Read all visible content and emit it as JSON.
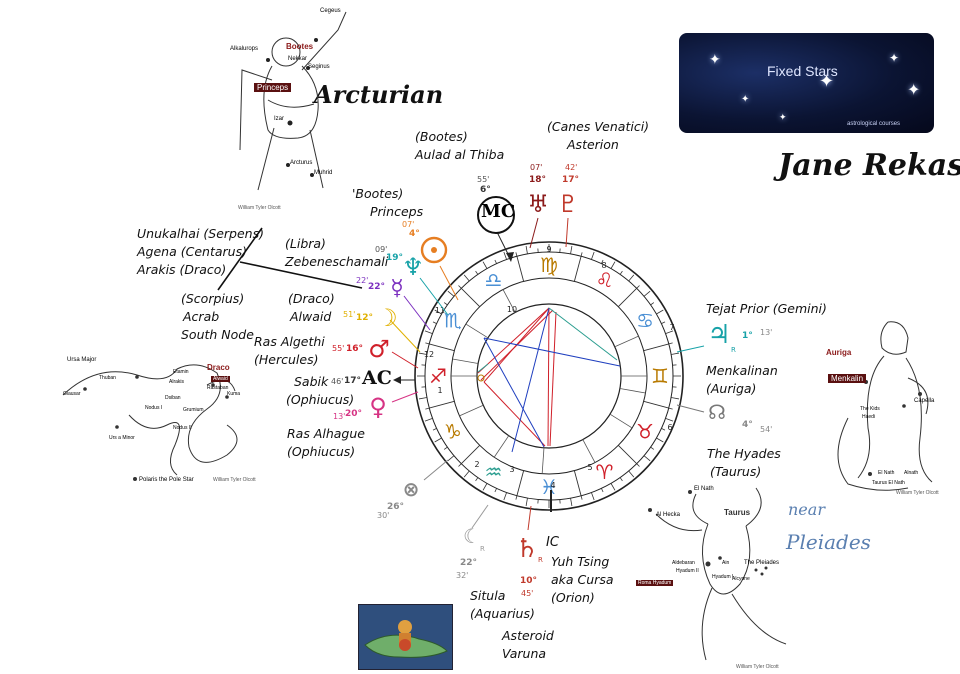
{
  "title": "Jane Rekas",
  "arcturian": "Arcturian",
  "banner": {
    "title": "Fixed Stars",
    "subtitle": "astrological courses"
  },
  "near_pleiades": [
    "near",
    "Pleiades"
  ],
  "annotations": {
    "bootes1": [
      "(Bootes)",
      "Aulad al Thiba"
    ],
    "canes": [
      "(Canes Venatici)",
      "Asterion"
    ],
    "bootes2": [
      "'Bootes)",
      "Princeps"
    ],
    "unuk": [
      "Unukalhai (Serpens)",
      "Agena (Centarus)",
      "Arakis (Draco)"
    ],
    "libra": [
      "(Libra)",
      "Zebeneschamali"
    ],
    "draco": [
      "(Draco)",
      "Alwaid"
    ],
    "scorpius": [
      "(Scorpius)",
      "Acrab",
      "South Node"
    ],
    "rasalgethi": [
      "Ras Algethi",
      "(Hercules)"
    ],
    "sabik": [
      "Sabik",
      "(Ophiucus)"
    ],
    "rasalhague": [
      "Ras Alhague",
      "(Ophiucus)"
    ],
    "tejat": [
      "Tejat Prior (Gemini)"
    ],
    "menkalinan": [
      "Menkalinan",
      "(Auriga)"
    ],
    "hyades": [
      "The Hyades",
      "(Taurus)"
    ],
    "ic": [
      "IC"
    ],
    "yuh": [
      "Yuh Tsing",
      "aka Cursa",
      "(Orion)"
    ],
    "situla": [
      "Situla",
      "(Aquarius)"
    ],
    "varuna": [
      "Asteroid",
      "Varuna"
    ]
  },
  "planets": {
    "mc": {
      "glyph": "MC",
      "deg": "6°",
      "min": "55'"
    },
    "uranus": {
      "glyph": "♅",
      "deg": "18°",
      "min": "07'",
      "color": "#8b1a1a"
    },
    "pluto": {
      "glyph": "♇",
      "deg": "17°",
      "min": "42'",
      "color": "#c0392b"
    },
    "sun": {
      "glyph": "☉",
      "deg": "4°",
      "min": "07'",
      "color": "#e67e22"
    },
    "neptune": {
      "glyph": "♆",
      "deg": "19°",
      "min": "09'",
      "color": "#17a2a8"
    },
    "mercury": {
      "glyph": "☿",
      "deg": "22°",
      "min": "22'",
      "color": "#7b2fbf"
    },
    "moon": {
      "glyph": "☽",
      "deg": "12°",
      "min": "51'",
      "color": "#e0b000"
    },
    "mars": {
      "glyph": "♂",
      "deg": "16°",
      "min": "55'",
      "color": "#d0202a"
    },
    "ac": {
      "glyph": "AC",
      "deg": "17°",
      "min": "46'"
    },
    "venus": {
      "glyph": "♀",
      "deg": "20°",
      "min": "13'",
      "color": "#d63384"
    },
    "jupiter": {
      "glyph": "♃",
      "deg": "1°",
      "min": "13'",
      "sub": "R",
      "color": "#17a2a8"
    },
    "node": {
      "glyph": "☊",
      "deg": "4°",
      "min": "54'",
      "color": "#777777"
    },
    "fortune": {
      "glyph": "⊗",
      "deg": "26°",
      "min": "30'",
      "color": "#888888"
    },
    "lilith": {
      "glyph": "☾",
      "deg": "22°",
      "min": "32'",
      "sub": "R",
      "color": "#9a9a9a"
    },
    "saturn": {
      "glyph": "♄",
      "deg": "10°",
      "min": "45'",
      "sub": "R",
      "color": "#c0392b"
    }
  },
  "zodiac": [
    "♎",
    "♍",
    "♌",
    "♋",
    "♊",
    "♉",
    "♈",
    "♓",
    "♒",
    "♑",
    "♐",
    "♏"
  ],
  "zodiac_colors": [
    "#4a8fd4",
    "#b87a00",
    "#d0202a",
    "#4a8fd4",
    "#b87a00",
    "#d0202a",
    "#d0202a",
    "#4a8fd4",
    "#2a9d8f",
    "#b87a00",
    "#d0202a",
    "#4a8fd4"
  ],
  "houses": [
    "9",
    "10",
    "11",
    "12",
    "1",
    "2",
    "3",
    "4",
    "5",
    "6",
    "7",
    "8"
  ],
  "sketches": {
    "bootes": [
      "Bootes",
      "Princeps",
      "Cegeus",
      "Alkalurops",
      "Nekkar",
      "Seginus",
      "Izar",
      "Arcturus",
      "Muhrid",
      "William Tyler Olcott"
    ],
    "draco": [
      "Draco",
      "Ursa Major",
      "Thuban",
      "Giausar",
      "Etamin",
      "Rastaban",
      "Alwaid",
      "Kuma",
      "Grumium",
      "Nodus I",
      "Nodus II",
      "Dsiban",
      "Alrakis",
      "Urs a Minor",
      "Polaris the Pole Star",
      "William Tyler Olcott"
    ],
    "auriga": [
      "Auriga",
      "Menkalin",
      "Capella",
      "The Kids",
      "Haedi",
      "Alnath",
      "El Nath",
      "Taurus El Nath",
      "William Tyler Olcott"
    ],
    "taurus": [
      "Taurus",
      "El Nath",
      "Al Hecka",
      "Aldebaran",
      "Hyadum II",
      "Hyadum I",
      "Roma Hyadum",
      "Ain",
      "The Pleiades",
      "Alcyone",
      "William Tyler Olcott"
    ]
  }
}
